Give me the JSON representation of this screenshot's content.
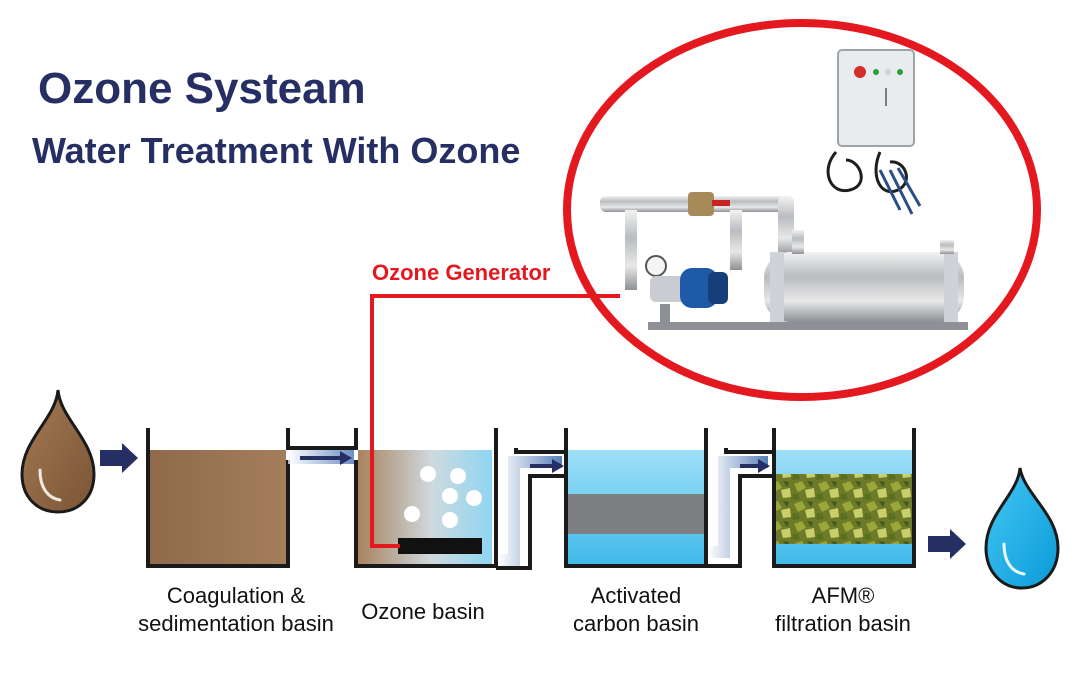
{
  "title": "Ozone Systeam",
  "subtitle": "Water Treatment With Ozone",
  "ozone_generator_label": "Ozone Generator",
  "stages": [
    {
      "line1": "Coagulation &",
      "line2": "sedimentation basin"
    },
    {
      "line1": "Ozone basin",
      "line2": ""
    },
    {
      "line1": "Activated",
      "line2": "carbon basin"
    },
    {
      "line1": "AFM®",
      "line2": "filtration basin"
    }
  ],
  "colors": {
    "title": "#262f63",
    "generator_line": "#e3191f",
    "dirty_water": "#9b7352",
    "clean_water": "#5cc8f0",
    "arrow": "#262f63"
  }
}
